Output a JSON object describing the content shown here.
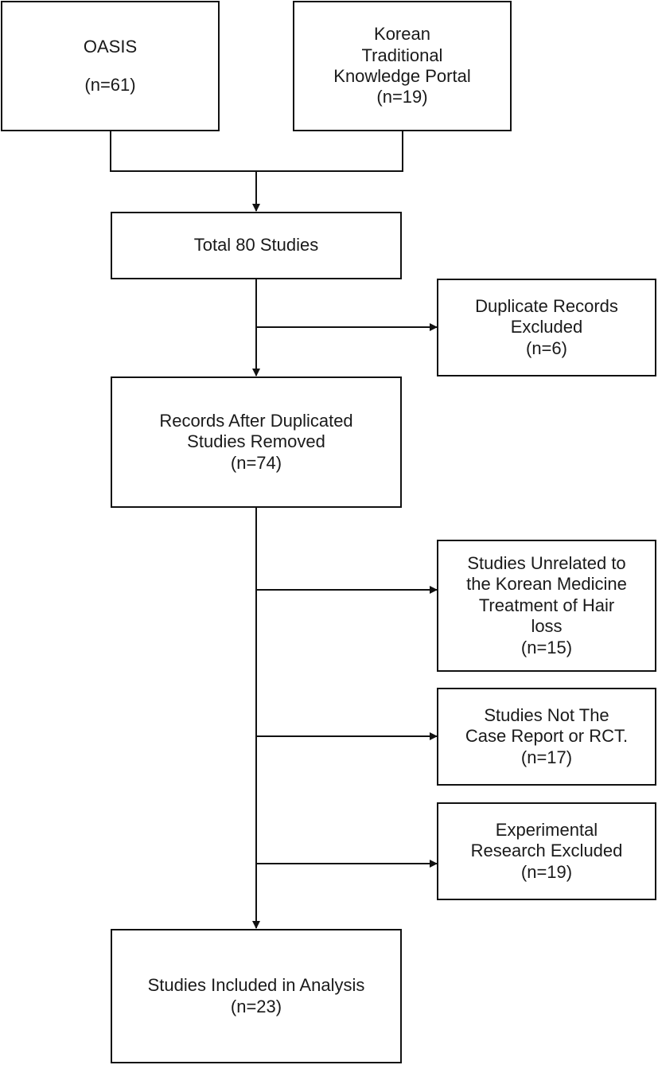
{
  "boxes": {
    "oasis": {
      "lines": [
        "OASIS",
        "(n=61)"
      ]
    },
    "ktkp": {
      "lines": [
        "Korean",
        "Traditional",
        "Knowledge Portal",
        "(n=19)"
      ]
    },
    "total": {
      "lines": [
        "Total 80 Studies"
      ]
    },
    "duplicates": {
      "lines": [
        "Duplicate Records",
        "Excluded",
        "(n=6)"
      ]
    },
    "after_dup": {
      "lines": [
        "Records After Duplicated",
        "Studies Removed",
        "(n=74)"
      ]
    },
    "unrelated": {
      "lines": [
        "Studies Unrelated to",
        "the Korean Medicine",
        "Treatment of Hair",
        "loss",
        "(n=15)"
      ]
    },
    "not_case": {
      "lines": [
        "Studies Not The",
        "Case Report or RCT.",
        "(n=17)"
      ]
    },
    "experimental": {
      "lines": [
        "Experimental",
        "Research Excluded",
        "(n=19)"
      ]
    },
    "included": {
      "lines": [
        "Studies Included in Analysis",
        "(n=23)"
      ]
    }
  }
}
